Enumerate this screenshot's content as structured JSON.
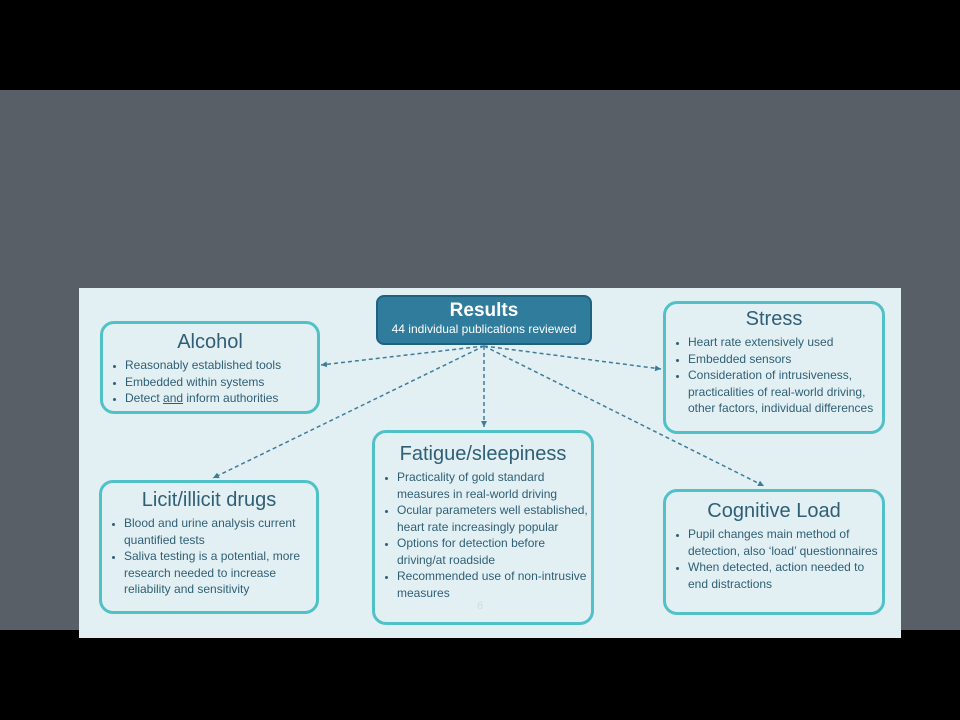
{
  "results": {
    "title": "Results",
    "subtitle": "44 individual publications reviewed"
  },
  "boxes": {
    "alcohol": {
      "title": "Alcohol",
      "items": [
        "Reasonably established tools",
        "Embedded within systems",
        "Detect and inform authorities"
      ]
    },
    "stress": {
      "title": "Stress",
      "items": [
        "Heart rate extensively used",
        "Embedded sensors",
        "Consideration of intrusiveness, practicalities of real-world driving, other factors, individual differences"
      ]
    },
    "drugs": {
      "title": "Licit/illicit drugs",
      "items": [
        "Blood and urine analysis current quantified tests",
        "Saliva testing is a potential, more research needed to increase reliability and sensitivity"
      ]
    },
    "fatigue": {
      "title": "Fatigue/sleepiness",
      "items": [
        "Practicality of gold standard measures in real-world driving",
        "Ocular parameters well established, heart rate increasingly popular",
        "Options for detection before driving/at roadside",
        "Recommended use of non-intrusive measures"
      ]
    },
    "cognitive": {
      "title": "Cognitive Load",
      "items": [
        "Pupil changes main method of detection, also ‘load’ questionnaires",
        "When detected, action needed to end distractions"
      ]
    }
  },
  "alcohol_item3": {
    "pre": "Detect ",
    "underlined": "and",
    "post": " inform authorities"
  },
  "page_number": "6",
  "colors": {
    "accent": "#4fc1c7",
    "results_fill": "#2f7c9c",
    "text": "#2f5f75",
    "arrow": "#3f7c99"
  }
}
